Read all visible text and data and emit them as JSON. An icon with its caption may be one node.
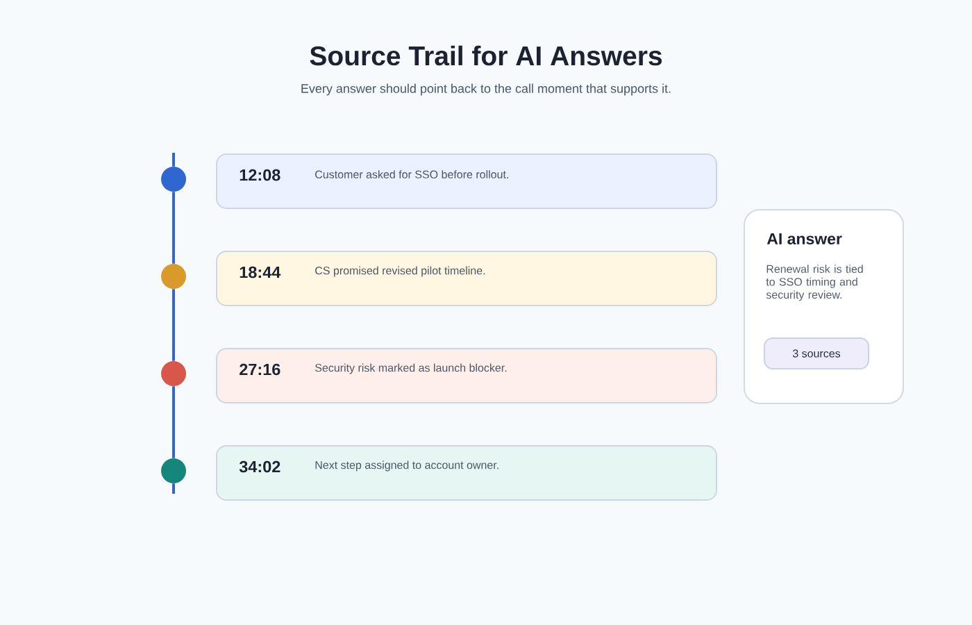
{
  "diagram": {
    "title": "Source Trail for AI Answers",
    "nodes": [
      {
        "text": [],
        "shape": "circle"
      },
      {
        "text": [
          "12:08",
          "Customer asked for SSO before rollout."
        ]
      },
      {
        "text": [],
        "shape": "circle"
      },
      {
        "text": [
          "18:44",
          "CS promised revised pilot timeline."
        ]
      },
      {
        "text": [],
        "shape": "circle"
      },
      {
        "text": [
          "27:16",
          "Security risk marked as launch blocker."
        ]
      },
      {
        "text": [],
        "shape": "circle"
      },
      {
        "text": [
          "34:02",
          "Next step assigned to account owner."
        ]
      },
      {
        "text": [
          "AI answer",
          "Renewal risk is tied to SSO timing and security review."
        ]
      },
      {
        "text": [
          "3 sources"
        ],
        "in": 8
      }
    ],
    "edges": [
      {
        "from": null,
        "to": 0,
        "arrow": "none"
      },
      {
        "from": 0,
        "to": 2,
        "arrow": "none"
      },
      {
        "from": 2,
        "to": 4,
        "arrow": "none"
      },
      {
        "from": 4,
        "to": 6,
        "arrow": "none"
      },
      {
        "from": 6,
        "to": null,
        "arrow": "none"
      }
    ],
    "labels": [
      "Every answer should point back to the call moment that supports it."
    ]
  }
}
